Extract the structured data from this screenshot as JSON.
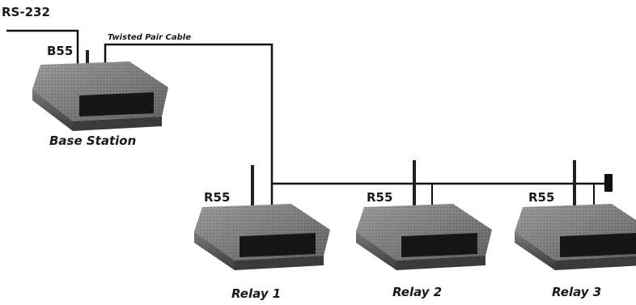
{
  "serial_label": "RS-232",
  "cable_label": "Twisted Pair Cable",
  "base": {
    "model": "B55",
    "caption": "Base Station"
  },
  "relays": [
    {
      "model": "R55",
      "caption": "Relay 1"
    },
    {
      "model": "R55",
      "caption": "Relay 2"
    },
    {
      "model": "R55",
      "caption": "Relay 3"
    }
  ],
  "colors": {
    "line": "#111111",
    "device": "#6b6b6b",
    "panel": "#1a1a1a"
  }
}
